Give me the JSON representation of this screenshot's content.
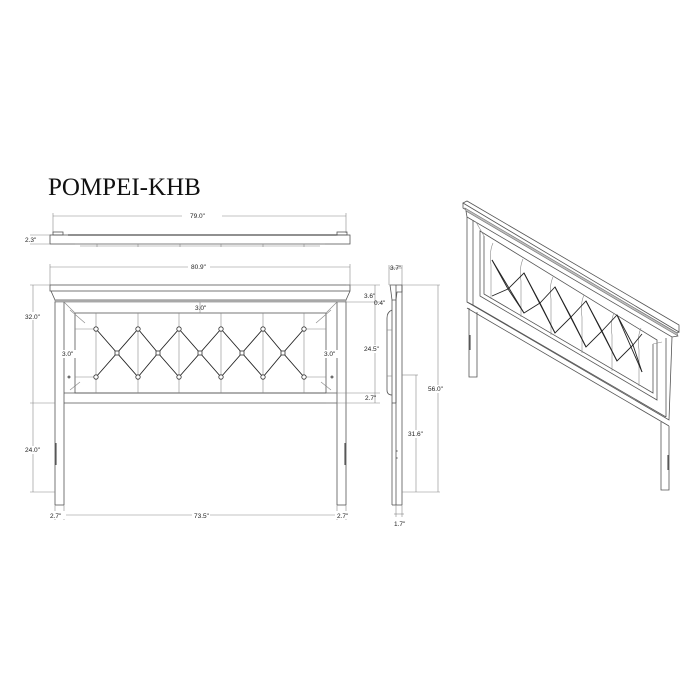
{
  "title": "POMPEI-KHB",
  "top_view": {
    "width_label": "79.0\"",
    "depth_label": "2.3\""
  },
  "front_view": {
    "overall_width": "80.9\"",
    "panel_height": "32.0\"",
    "leg_height": "24.0\"",
    "top_inset": "3.0\"",
    "left_inset": "3.0\"",
    "right_inset": "3.0\"",
    "crown_height": "3.6\"",
    "crown_gap": "0.4\"",
    "upholstery_height": "24.5\"",
    "bottom_rail": "2.7\"",
    "left_leg": "2.7\"",
    "inner_width": "73.5\"",
    "right_leg": "2.7\""
  },
  "side_view": {
    "top_depth": "3.7\"",
    "overall_height": "56.0\"",
    "leg_to_panel": "31.6\"",
    "leg_depth": "1.7\""
  },
  "colors": {
    "line": "#555555",
    "dark_line": "#222222",
    "background": "#ffffff"
  }
}
